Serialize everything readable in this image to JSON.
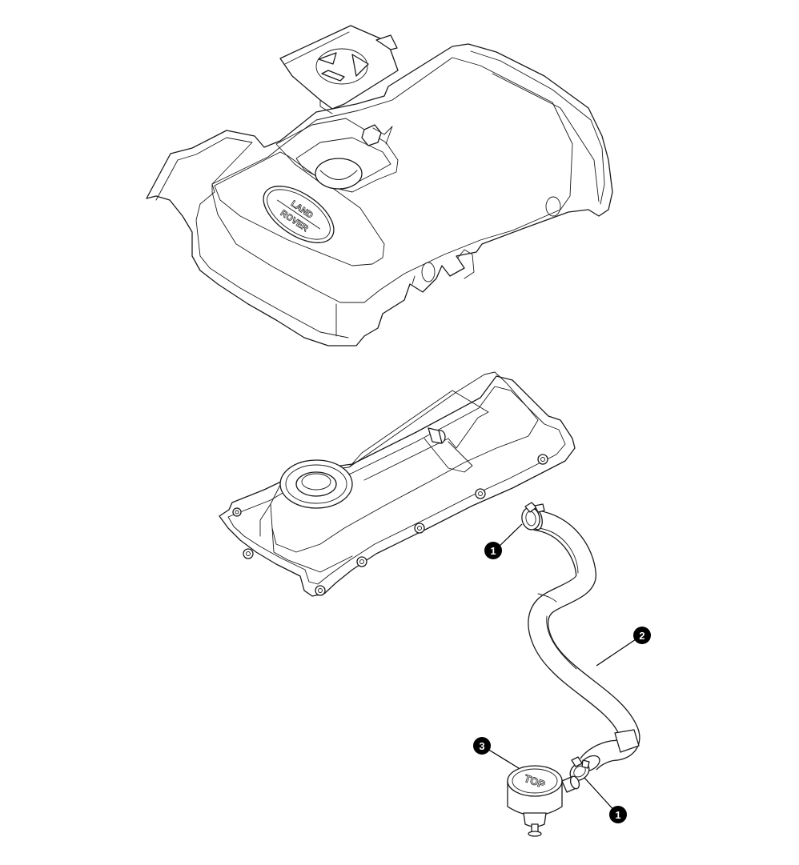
{
  "engine_cover": {
    "badge_line1": "LAND",
    "badge_line2": "ROVER"
  },
  "breather_cap": {
    "text": "TOP"
  },
  "callouts": [
    {
      "label": "1"
    },
    {
      "label": "2"
    },
    {
      "label": "3"
    },
    {
      "label": "1"
    }
  ]
}
